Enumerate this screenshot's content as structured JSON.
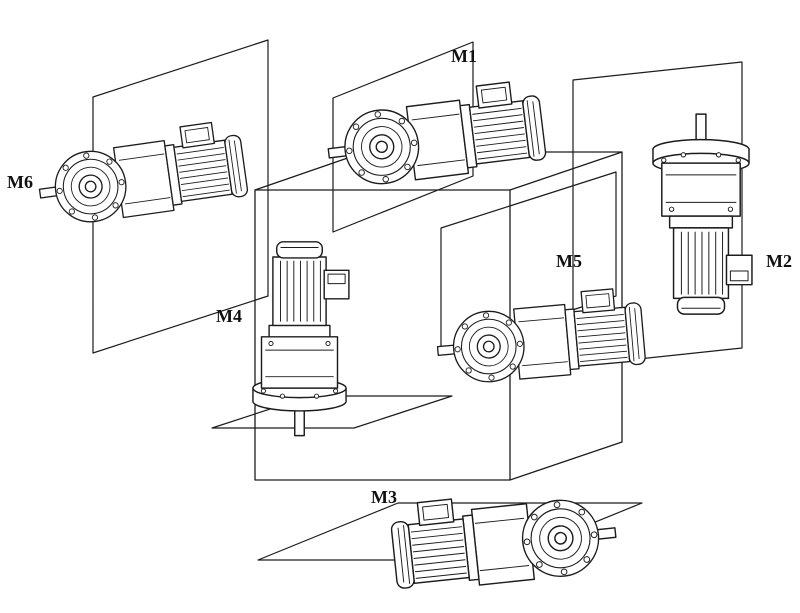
{
  "diagram": {
    "name": "gearmotor-mounting-positions",
    "background_color": "#ffffff",
    "line_color": "#1c1c1c",
    "positions": [
      {
        "label": "M1"
      },
      {
        "label": "M2"
      },
      {
        "label": "M3"
      },
      {
        "label": "M4"
      },
      {
        "label": "M5"
      },
      {
        "label": "M6"
      }
    ]
  }
}
